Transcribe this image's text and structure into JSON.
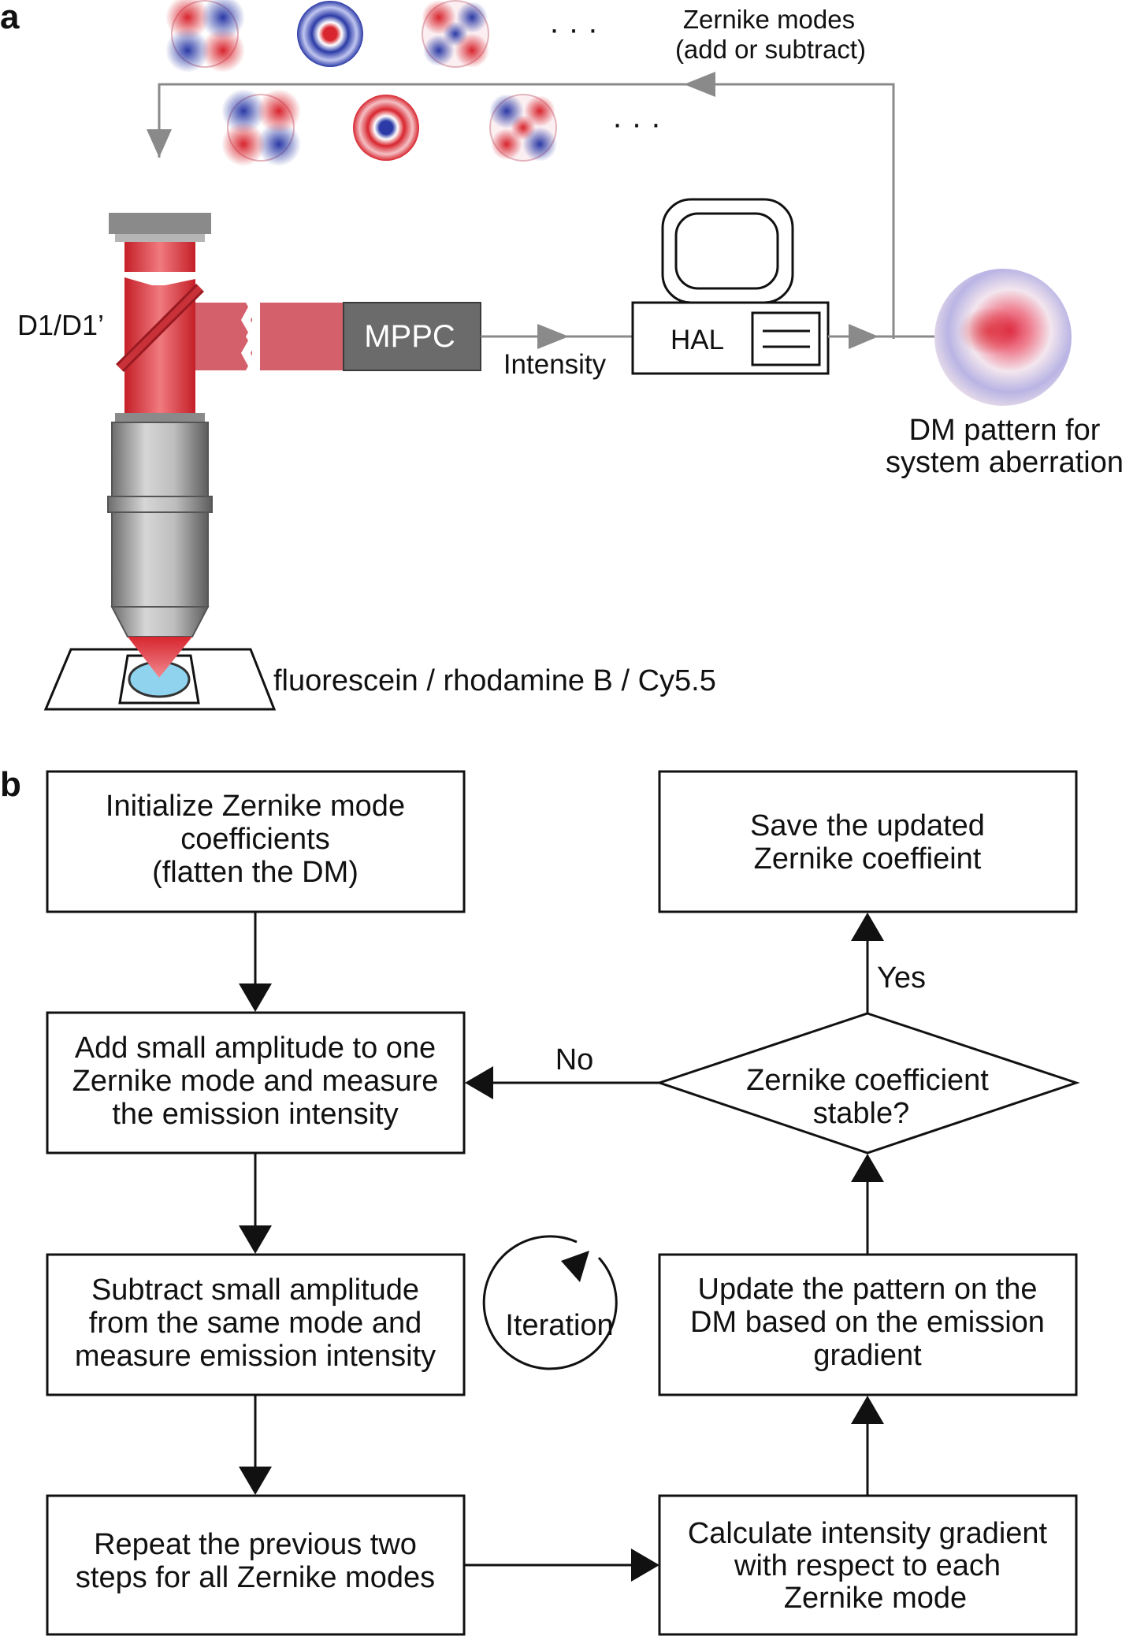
{
  "panel_a": {
    "label": "a",
    "zernike_caption": [
      "Zernike modes",
      "(add or subtract)"
    ],
    "dots": "· · ·",
    "dichroic_label": "D1/D1’",
    "detector_label": "MPPC",
    "signal_label": "Intensity",
    "computer_label": "HAL",
    "dm_caption": [
      "DM pattern for",
      "system aberration"
    ],
    "sample_label": "fluorescein / rhodamine B / Cy5.5",
    "colors": {
      "beam": "#d8252e",
      "beam_light": "#d4606b",
      "detector": "#6b6b6b",
      "mode_red": "#d8252e",
      "mode_blue": "#2b3aa6",
      "sample": "#8fd3ef"
    }
  },
  "panel_b": {
    "label": "b",
    "boxes": {
      "initialize": [
        "Initialize Zernike mode",
        "coefficients",
        "(flatten the DM)"
      ],
      "add": [
        "Add small amplitude to one",
        "Zernike mode and measure",
        "the emission intensity"
      ],
      "subtract": [
        "Subtract small amplitude",
        "from the same mode and",
        "measure emission intensity"
      ],
      "repeat": [
        "Repeat the previous two",
        "steps for all Zernike modes"
      ],
      "save": [
        "Save the updated",
        "Zernike coeffieint"
      ],
      "decision": [
        "Zernike coefficient",
        "stable?"
      ],
      "update": [
        "Update the pattern on the",
        "DM based on the emission",
        "gradient"
      ],
      "calculate": [
        "Calculate intensity gradient",
        "with respect to each",
        "Zernike mode"
      ]
    },
    "yes_label": "Yes",
    "no_label": "No",
    "iteration_label": "Iteration"
  }
}
